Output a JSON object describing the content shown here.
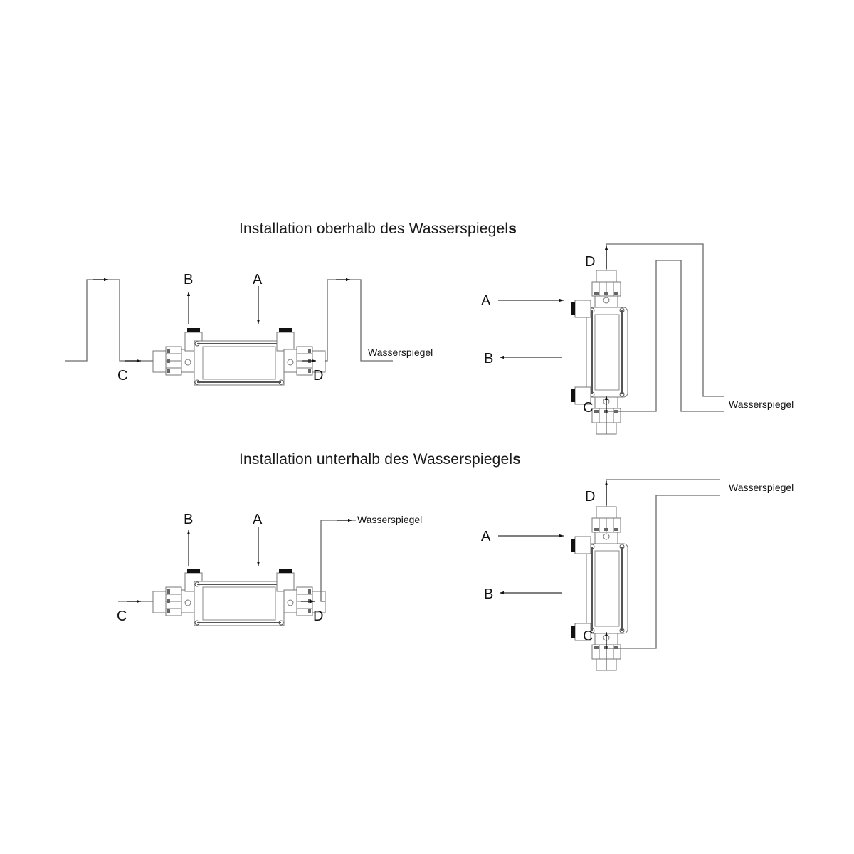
{
  "sections": [
    {
      "title_main": "Installation oberhalb des Wasserspiegel",
      "title_tail": "s",
      "horizontal": {
        "port_labels": {
          "a": "A",
          "b": "B",
          "c": "C",
          "d": "D"
        },
        "water_level_label": "Wasserspiegel"
      },
      "vertical": {
        "port_labels": {
          "a": "A",
          "b": "B",
          "c": "C",
          "d": "D"
        },
        "water_level_label": "Wasserspiegel"
      }
    },
    {
      "title_main": "Installation unterhalb des Wasserspiegel",
      "title_tail": "s",
      "horizontal": {
        "port_labels": {
          "a": "A",
          "b": "B",
          "c": "C",
          "d": "D"
        },
        "water_level_label": "Wasserspiegel"
      },
      "vertical": {
        "port_labels": {
          "a": "A",
          "b": "B",
          "c": "C",
          "d": "D"
        },
        "water_level_label": "Wasserspiegel"
      }
    }
  ],
  "colors": {
    "line": "#6a6a6a",
    "ink": "#111111"
  }
}
